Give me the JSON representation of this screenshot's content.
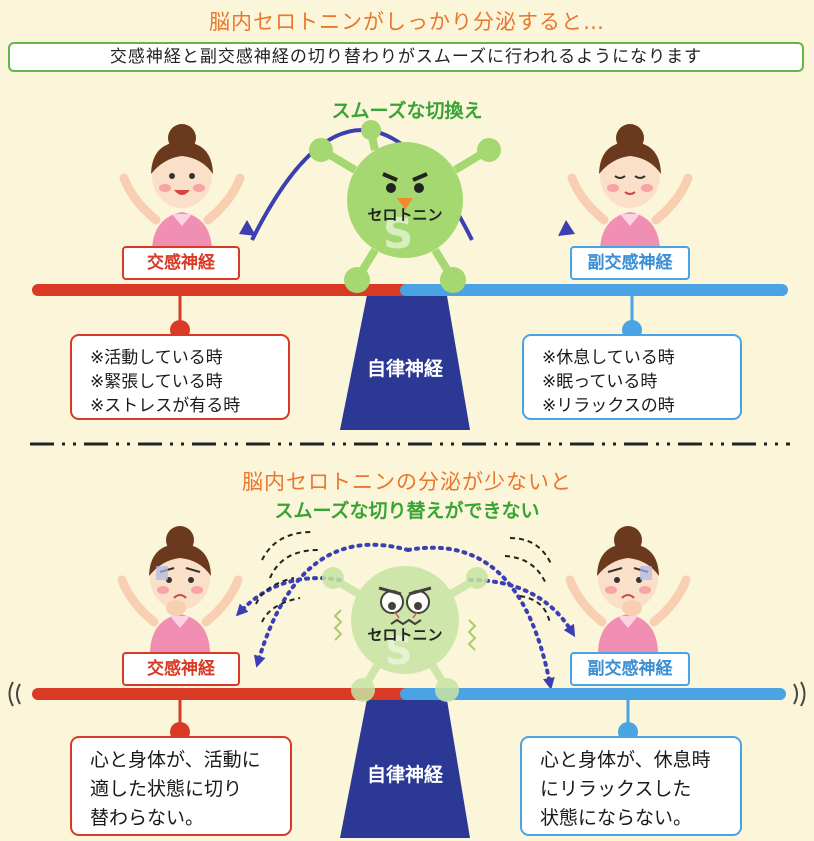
{
  "top": {
    "heading": "脳内セロトニンがしっかり分泌すると…",
    "banner": "交感神経と副交感神経の切り替わりがスムーズに行われるようになります",
    "arrow_label": "スムーズな切換え",
    "serotonin_label": "セロトニン",
    "left_label": "交感神経",
    "right_label": "副交感神経",
    "pivot_label": "自律神経",
    "left_box": [
      "※活動している時",
      "※緊張している時",
      "※ストレスが有る時"
    ],
    "right_box": [
      "※休息している時",
      "※眠っている時",
      "※リラックスの時"
    ]
  },
  "bottom": {
    "heading": "脳内セロトニンの分泌が少ないと",
    "arrow_label": "スムーズな切り替えができない",
    "serotonin_label": "セロトニン",
    "left_label": "交感神経",
    "right_label": "副交感神経",
    "pivot_label": "自律神経",
    "left_box": [
      "心と身体が、活動に",
      "適した状態に切り",
      "替わらない。"
    ],
    "right_box": [
      "心と身体が、休息時",
      "にリラックスした",
      "状態にならない。"
    ]
  },
  "colors": {
    "background": "#fbf6d9",
    "sympathetic_red": "#d93a26",
    "parasympathetic_blue": "#4aa3e2",
    "pivot_navy": "#2b3894",
    "serotonin_green": "#a5d870",
    "heading_orange": "#e9772e",
    "heading_green": "#3aa336"
  },
  "icons": {
    "person_top_left": "smiling-girl-icon",
    "person_top_right": "relaxed-girl-icon",
    "person_bottom_left": "worried-girl-icon",
    "person_bottom_right": "worried-girl-icon",
    "serotonin_top": "happy-serotonin-character",
    "serotonin_bottom": "tired-serotonin-character"
  }
}
